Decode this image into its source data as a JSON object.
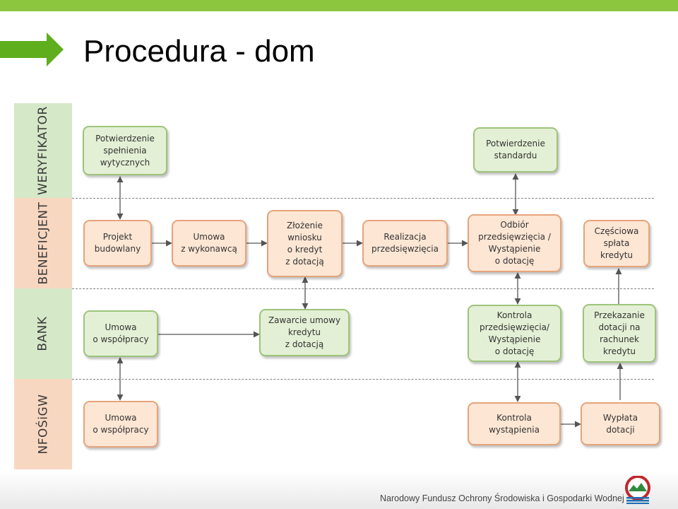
{
  "slide": {
    "title": "Procedura - dom"
  },
  "lanes": {
    "weryfikator": "WERYFIKATOR",
    "beneficjent": "BENEFICJENT",
    "bank": "BANK",
    "nfosigw": "NFOŚiGW"
  },
  "boxes": {
    "potwierdzenie_wytycznych": "Potwierdzenie\nspełnienia\nwytycznych",
    "potwierdzenie_standardu": "Potwierdzenie\nstandardu",
    "projekt_budowlany": "Projekt\nbudowlany",
    "umowa_wykonawca": "Umowa\nz wykonawcą",
    "zlozenie_wniosku": "Złożenie\nwniosku\no kredyt\nz dotacją",
    "realizacja": "Realizacja\nprzedsięwzięcia",
    "odbior": "Odbiór\nprzedsięwzięcia /\nWystąpienie\no dotację",
    "czesciowa_splata": "Częściowa\nspłata\nkredytu",
    "umowa_wspolpracy_bank": "Umowa\no współpracy",
    "zawarcie_umowy": "Zawarcie umowy\nkredytu\nz dotacją",
    "kontrola_przedsiewziecia": "Kontrola\nprzedsięwzięcia/\nWystąpienie\no dotację",
    "przekazanie_dotacji": "Przekazanie\ndotacji na\nrachunek\nkredytu",
    "umowa_wspolpracy_nfos": "Umowa\no współpracy",
    "kontrola_wystapienia": "Kontrola\nwystąpienia",
    "wyplata_dotacji": "Wypłata\ndotacji"
  },
  "footer": {
    "text": "Narodowy Fundusz Ochrony Środowiska i Gospodarki Wodnej"
  },
  "colors": {
    "green_fill": "#e4f0d5",
    "green_border": "#9dc47a",
    "orange_fill": "#fde6d4",
    "orange_border": "#e6a47b",
    "top_bar": "#8cc63f"
  }
}
